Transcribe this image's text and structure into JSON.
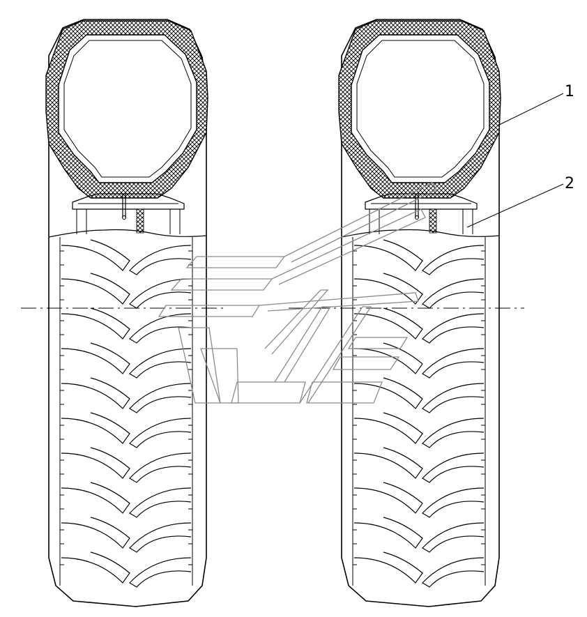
{
  "callouts": [
    {
      "id": "1",
      "label": "1"
    },
    {
      "id": "2",
      "label": "2"
    }
  ],
  "colors": {
    "line": "#000000",
    "watermark": "#8a8a8a",
    "hatch": "#000000"
  },
  "icons": {
    "watermark": "company-logo-watermark"
  }
}
